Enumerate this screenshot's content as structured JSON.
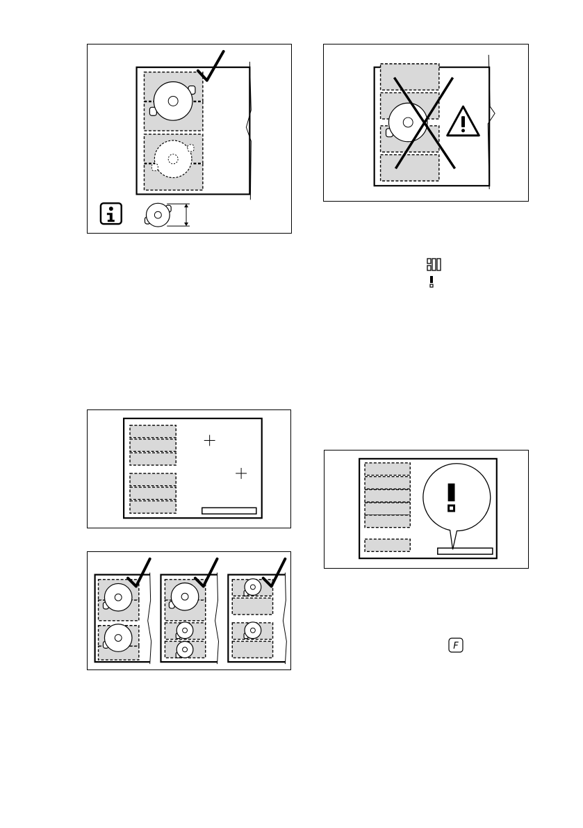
{
  "figures": [
    {
      "name": "figure-correct-pan-placement",
      "icons": [
        "check-icon",
        "info-icon",
        "pan-diameter-icon"
      ]
    },
    {
      "name": "figure-incorrect-pan-placement",
      "icons": [
        "cross-icon",
        "warning-icon"
      ]
    },
    {
      "name": "figure-cooking-zone-crosshairs",
      "icons": [
        "crosshair-icon"
      ]
    },
    {
      "name": "figure-three-layouts",
      "icons": [
        "check-icon"
      ]
    },
    {
      "name": "figure-display-warning",
      "icons": [
        "exclamation-icon"
      ]
    }
  ],
  "inline_symbols": [
    {
      "name": "display-segments-icon"
    },
    {
      "name": "display-exclamation-icon"
    },
    {
      "name": "function-f-icon",
      "label": "F"
    }
  ]
}
